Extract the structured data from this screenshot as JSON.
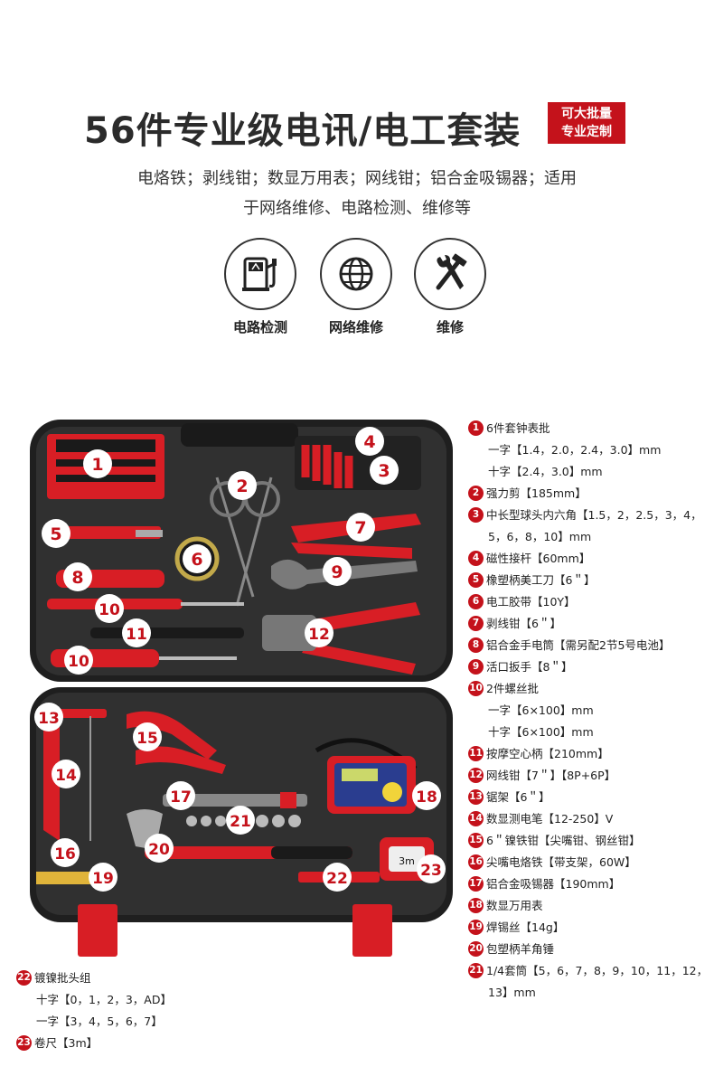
{
  "header": {
    "title": "56件专业级电讯/电工套装",
    "badge_line1": "可大批量",
    "badge_line2": "专业定制",
    "desc_line1": "电烙铁；剥线钳；数显万用表；网线钳；铝合金吸锡器；适用",
    "desc_line2": "于网络维修、电路检测、维修等"
  },
  "features": [
    {
      "label": "电路检测",
      "icon": "circuit-test-icon"
    },
    {
      "label": "网络维修",
      "icon": "globe-icon"
    },
    {
      "label": "维修",
      "icon": "wrench-hammer-icon"
    }
  ],
  "callouts": [
    "1",
    "2",
    "3",
    "4",
    "5",
    "6",
    "7",
    "8",
    "9",
    "10",
    "11",
    "10",
    "12",
    "13",
    "14",
    "15",
    "16",
    "17",
    "18",
    "19",
    "20",
    "21",
    "22",
    "23"
  ],
  "items": [
    {
      "n": "1",
      "text": "6件套钟表批"
    },
    {
      "n": "",
      "text": "一字【1.4，2.0，2.4，3.0】mm"
    },
    {
      "n": "",
      "text": "十字【2.4，3.0】mm"
    },
    {
      "n": "2",
      "text": "强力剪【185mm】"
    },
    {
      "n": "3",
      "text": "中长型球头内六角【1.5，2，2.5，3，4，"
    },
    {
      "n": "",
      "text": "5，6，8，10】mm"
    },
    {
      "n": "4",
      "text": "磁性接杆【60mm】"
    },
    {
      "n": "5",
      "text": "橡塑柄美工刀【6＂】"
    },
    {
      "n": "6",
      "text": "电工胶带【10Y】"
    },
    {
      "n": "7",
      "text": "剥线钳【6＂】"
    },
    {
      "n": "8",
      "text": "铝合金手电筒【需另配2节5号电池】"
    },
    {
      "n": "9",
      "text": "活口扳手【8＂】"
    },
    {
      "n": "10",
      "text": "2件螺丝批"
    },
    {
      "n": "",
      "text": "一字【6×100】mm"
    },
    {
      "n": "",
      "text": "十字【6×100】mm"
    },
    {
      "n": "11",
      "text": "按摩空心柄【210mm】"
    },
    {
      "n": "12",
      "text": "网线钳【7＂】【8P+6P】"
    },
    {
      "n": "13",
      "text": "锯架【6＂】"
    },
    {
      "n": "14",
      "text": "数显测电笔【12-250】V"
    },
    {
      "n": "15",
      "text": "6＂镍铁钳【尖嘴钳、钢丝钳】"
    },
    {
      "n": "16",
      "text": "尖嘴电烙铁【带支架，60W】"
    },
    {
      "n": "17",
      "text": "铝合金吸锡器【190mm】"
    },
    {
      "n": "18",
      "text": "数显万用表"
    },
    {
      "n": "19",
      "text": "焊锡丝【14g】"
    },
    {
      "n": "20",
      "text": "包塑柄羊角锤"
    },
    {
      "n": "21",
      "text": "1/4套筒【5，6，7，8，9，10，11，12，"
    },
    {
      "n": "",
      "text": "13】mm"
    }
  ],
  "items2": [
    {
      "n": "22",
      "text": "镀镍批头组"
    },
    {
      "n": "",
      "text": "十字【0，1，2，3，AD】"
    },
    {
      "n": "",
      "text": "一字【3，4，5，6，7】"
    },
    {
      "n": "23",
      "text": "卷尺【3m】"
    }
  ],
  "tape_label": "3m",
  "colors": {
    "accent": "#c4121b",
    "case": "#2a2a2a",
    "tool_red": "#d81e25"
  }
}
